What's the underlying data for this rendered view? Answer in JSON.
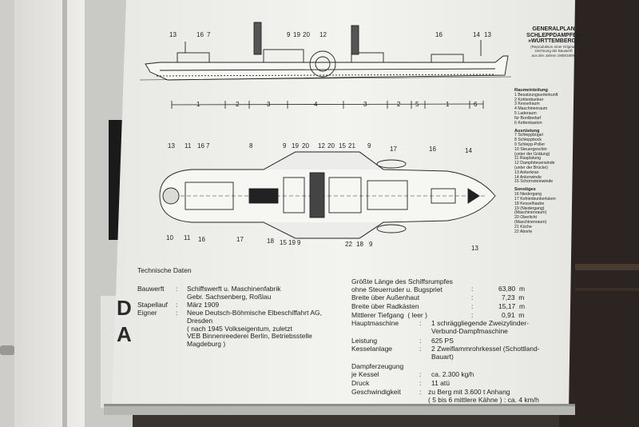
{
  "poster": {
    "title_line1": "GENERALPLAN",
    "title_line2": "SCHLEPPDAMPFER",
    "title_line3": "»WÜRTTEMBERG«",
    "subtitle_line1": "(Reproduktion einer Original-",
    "subtitle_line2": "zeichnung der Bauwerft",
    "subtitle_line3": "aus den Jahren 1908/1909)",
    "legend": {
      "heading_rooms": "Raumeinteilung",
      "rooms": [
        "1  Besatzungsunterkunft",
        "2  Kohlenbunker",
        "3  Kesselraum",
        "4  Maschinenraum",
        "5  Laderaum",
        "    für Bordbedarf",
        "6  Kettenkasten"
      ],
      "heading_equipment": "Ausrüstung",
      "equipment": [
        "7  Schleppbügel",
        "8  Schleppbock",
        "9  Schlepp-Poller",
        "10  Steuergeschirr",
        "    (unter der Grätung)",
        "11  Rasplatung",
        "12  Dampfsteuerwinde",
        "    (unter der Brücke)",
        "13  Ankerkran",
        "14  Ankerwinde",
        "15  Schornsteinwinde"
      ],
      "heading_misc": "Sonstiges",
      "misc": [
        "16  Niedergang",
        "17  Kohlenbunkerluken",
        "18  Kesselhaube",
        "19  (Niedergang)",
        "    (Maschinenraum)",
        "20  Oberlicht",
        "    (Maschinenraum)",
        "21  Küche",
        "22  Aborte"
      ]
    },
    "side_view_labels": [
      "13",
      "16",
      "7",
      "9",
      "19",
      "20",
      "12",
      "16",
      "14",
      "13"
    ],
    "section_labels": [
      "1",
      "2",
      "3",
      "4",
      "3",
      "2",
      "5",
      "1",
      "6"
    ],
    "top_view_labels_top": [
      "13",
      "11",
      "16",
      "7",
      "8",
      "9",
      "19",
      "20",
      "12",
      "20",
      "15",
      "21",
      "9",
      "17",
      "16",
      "14"
    ],
    "top_view_labels_bottom": [
      "10",
      "11",
      "16",
      "17",
      "18",
      "15",
      "19",
      "9",
      "22",
      "18",
      "9",
      "13"
    ],
    "tech_heading": "Technische Daten",
    "tech_left": [
      {
        "key": "Bauwerft",
        "sep": ":",
        "value": "Schiffswerft u. Maschinenfabrik\nGebr. Sachsenberg, Roßlau"
      },
      {
        "key": "Stapellauf",
        "sep": ":",
        "value": "März 1909"
      },
      {
        "key": "Eigner",
        "sep": ":",
        "value": "Neue Deutsch-Böhmische Elbeschiffahrt AG,\nDresden\n( nach 1945 Volkseigentum, zuletzt\nVEB Binnenreederei Berlin, Betriebsstelle\nMagdeburg )"
      }
    ],
    "tech_right": [
      {
        "key": "Größte Länge des Schiffsrumpfes\nohne Steuerruder u. Bugspriet",
        "sep": ":",
        "value": "63,80  m"
      },
      {
        "key": "Breite über Außenhaut",
        "sep": ":",
        "value": "7,23  m"
      },
      {
        "key": "Breite über Radkästen",
        "sep": ":",
        "value": "15,17  m"
      },
      {
        "key": "Mittlerer Tiefgang  ( leer )",
        "sep": ":",
        "value": "0,91  m"
      },
      {
        "key": "Hauptmaschine",
        "sep": ":",
        "value": "1 schräggliegende Zweizylinder-\nVerbund-Dampfmaschine"
      },
      {
        "key": "Leistung",
        "sep": ":",
        "value": "625 PS"
      },
      {
        "key": "Kesselanlage",
        "sep": ":",
        "value": "2 Zweiflammrohrkessel (Schottland-\nBauart)"
      },
      {
        "key": "Dampferzeugung\nje Kessel",
        "sep": ":",
        "value": "ca. 2.300 kg/h"
      },
      {
        "key": "Druck",
        "sep": ":",
        "value": "11 atü"
      },
      {
        "key": "Geschwindigkeit",
        "sep": ":",
        "value": "zu Berg mit 3.600 t Anhang\n( 5 bis 6 mittlere Kähne ) : ca. 4 km/h"
      }
    ]
  },
  "background_letters": [
    "D",
    "A"
  ],
  "colors": {
    "paper": "#f2f2ee",
    "ink": "#222222",
    "wall": "#3a3430",
    "door": "#e9e7e3"
  }
}
